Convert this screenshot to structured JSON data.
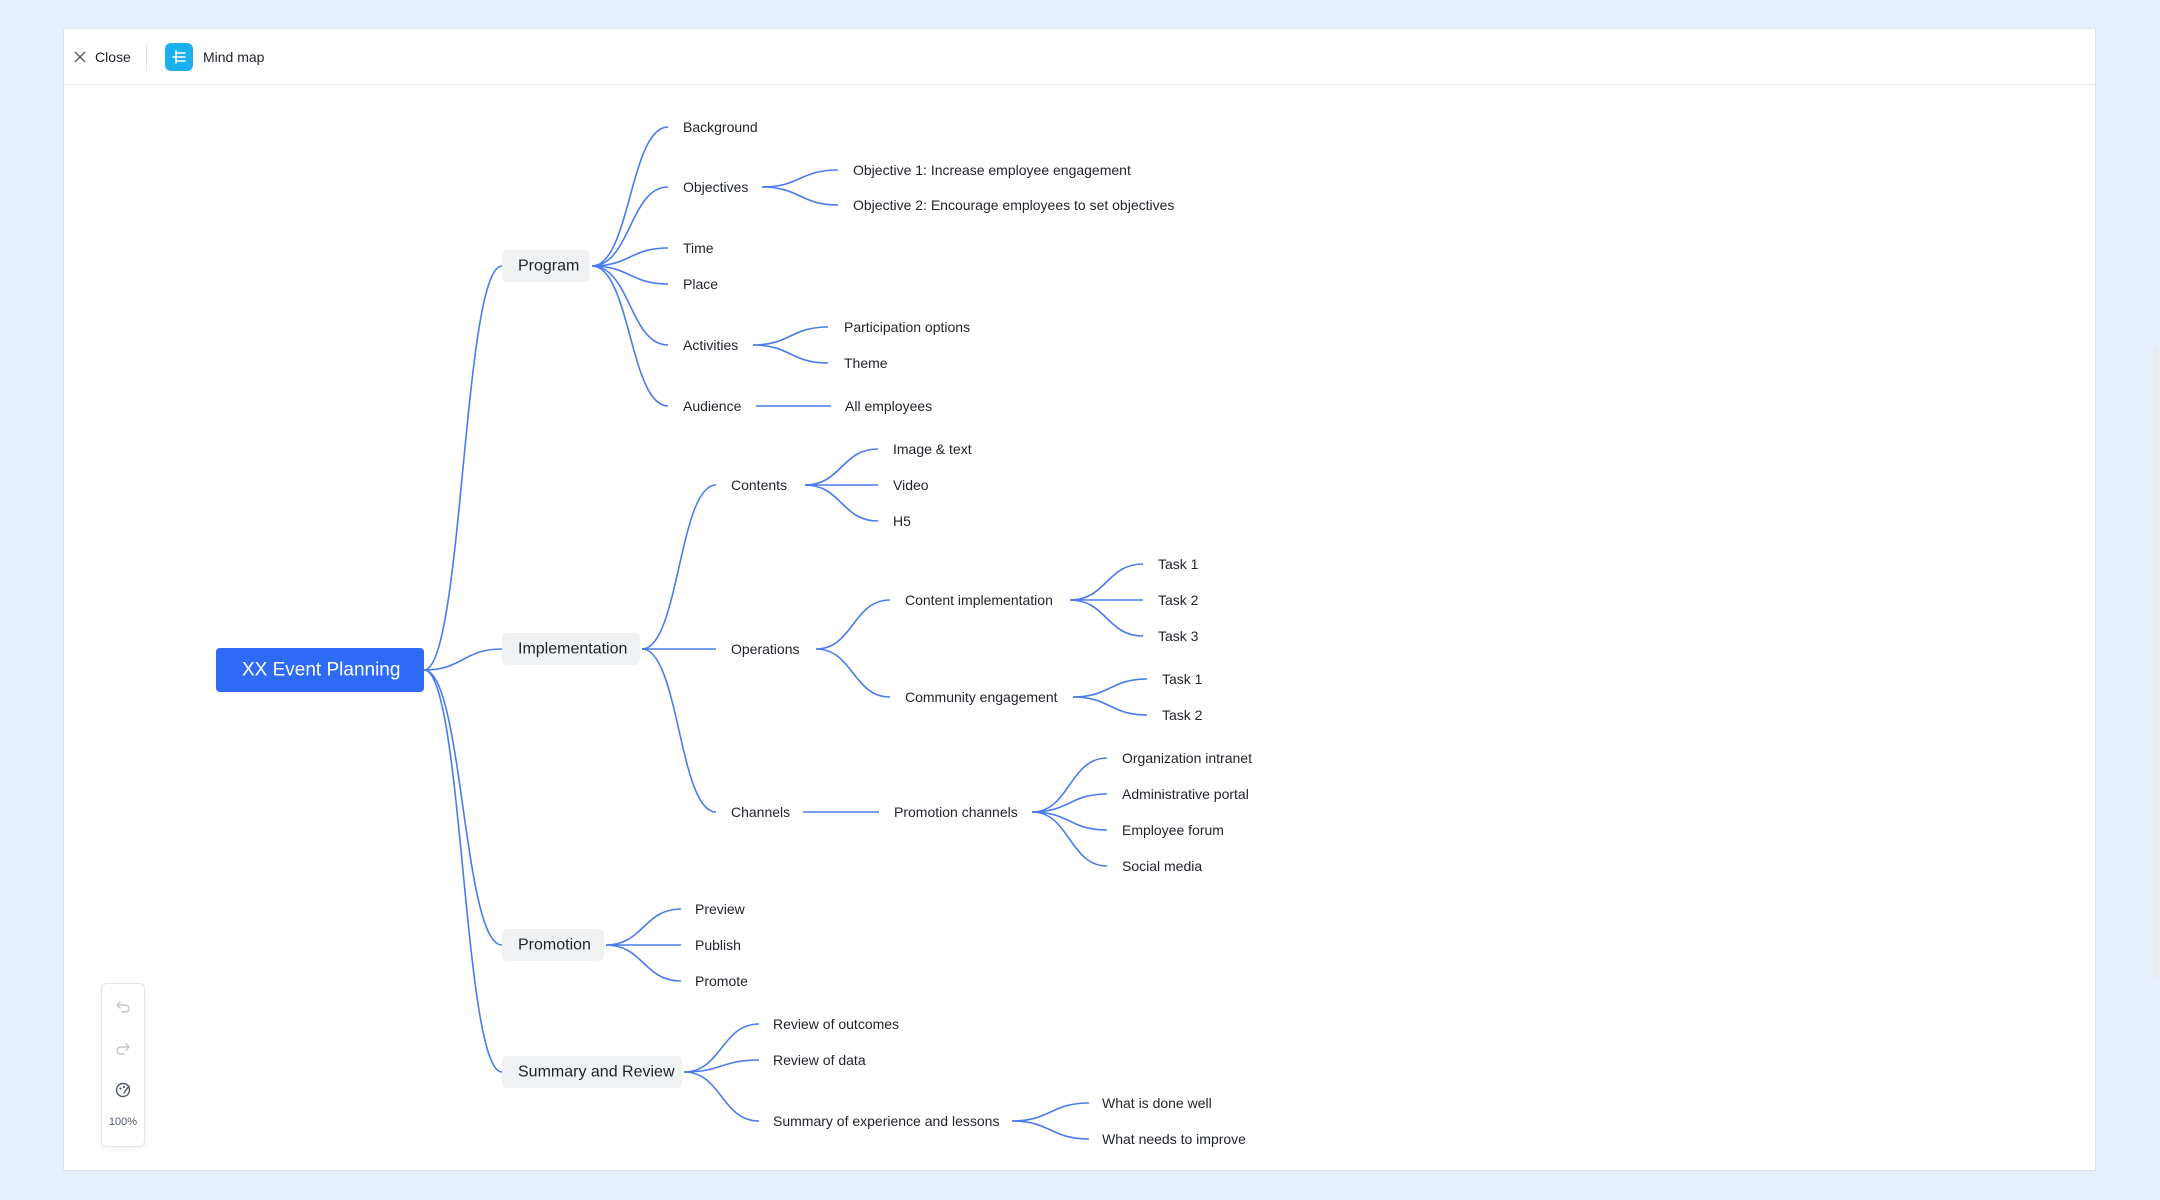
{
  "toolbar": {
    "close_label": "Close",
    "app_title": "Mind map",
    "app_icon": "mindmap-icon"
  },
  "mindmap": {
    "root": "XX Event Planning",
    "branches": {
      "program": {
        "label": "Program",
        "background": "Background",
        "objectives": "Objectives",
        "objective_1": "Objective 1: Increase employee engagement",
        "objective_2": "Objective 2: Encourage employees to set objectives",
        "time": "Time",
        "place": "Place",
        "activities": "Activities",
        "participation_options": "Participation options",
        "theme": "Theme",
        "audience": "Audience",
        "all_employees": "All employees"
      },
      "implementation": {
        "label": "Implementation",
        "contents": "Contents",
        "image_text": "Image & text",
        "video": "Video",
        "h5": "H5",
        "operations": "Operations",
        "content_implementation": "Content implementation",
        "ci_task_1": "Task 1",
        "ci_task_2": "Task 2",
        "ci_task_3": "Task 3",
        "community_engagement": "Community engagement",
        "ce_task_1": "Task 1",
        "ce_task_2": "Task 2",
        "channels": "Channels",
        "promotion_channels": "Promotion channels",
        "organization_intranet": "Organization intranet",
        "administrative_portal": "Administrative portal",
        "employee_forum": "Employee forum",
        "social_media": "Social media"
      },
      "promotion": {
        "label": "Promotion",
        "preview": "Preview",
        "publish": "Publish",
        "promote": "Promote"
      },
      "summary": {
        "label": "Summary and Review",
        "review_outcomes": "Review of outcomes",
        "review_data": "Review of data",
        "summary_experience": "Summary of experience and lessons",
        "done_well": "What is done well",
        "needs_improve": "What needs to improve"
      }
    }
  },
  "tools": {
    "undo_icon": "undo-icon",
    "redo_icon": "redo-icon",
    "style_icon": "style-icon",
    "zoom": "100%"
  },
  "colors": {
    "connector": "#4b7bec",
    "root_fill": "#2d6bf6",
    "branch_fill": "#f0f1f3",
    "app_icon": "#1ab0f0"
  }
}
